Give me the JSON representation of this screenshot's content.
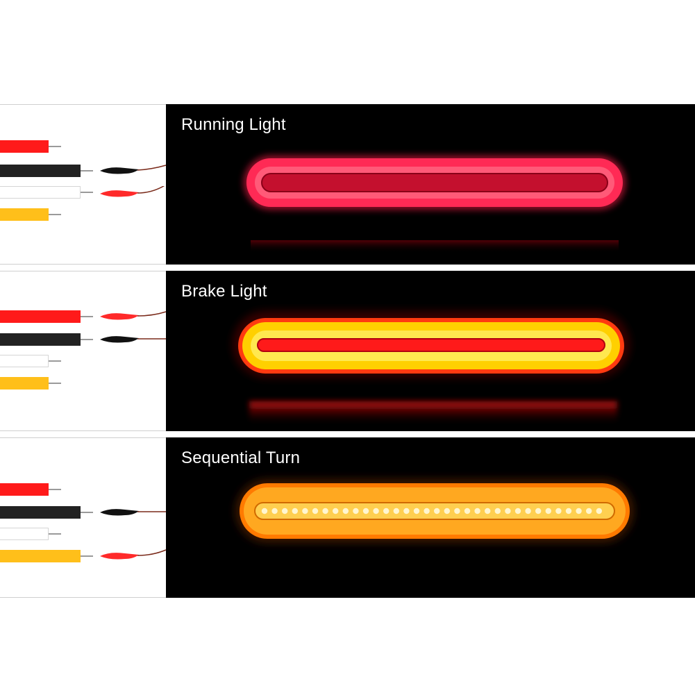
{
  "panels": [
    {
      "title": "Running Light",
      "wires": [
        "red",
        "black",
        "white",
        "yellow"
      ],
      "clipped": [
        "black",
        "white"
      ],
      "glow": "#ff2a50",
      "inner": "#b00020"
    },
    {
      "title": "Brake Light",
      "wires": [
        "red",
        "black",
        "white",
        "yellow"
      ],
      "clipped": [
        "red",
        "black"
      ],
      "glow": "#ffd000",
      "inner": "#ff2020"
    },
    {
      "title": "Sequential Turn",
      "wires": [
        "red",
        "black",
        "white",
        "yellow"
      ],
      "clipped": [
        "black",
        "yellow"
      ],
      "glow": "#ffa000",
      "inner": "#ffe060"
    }
  ],
  "colors": {
    "red": "#ff1a1a",
    "black": "#222222",
    "white": "#ffffff",
    "yellow": "#ffbf1a",
    "clip_red": "#ff2a2a",
    "clip_black": "#111111"
  }
}
